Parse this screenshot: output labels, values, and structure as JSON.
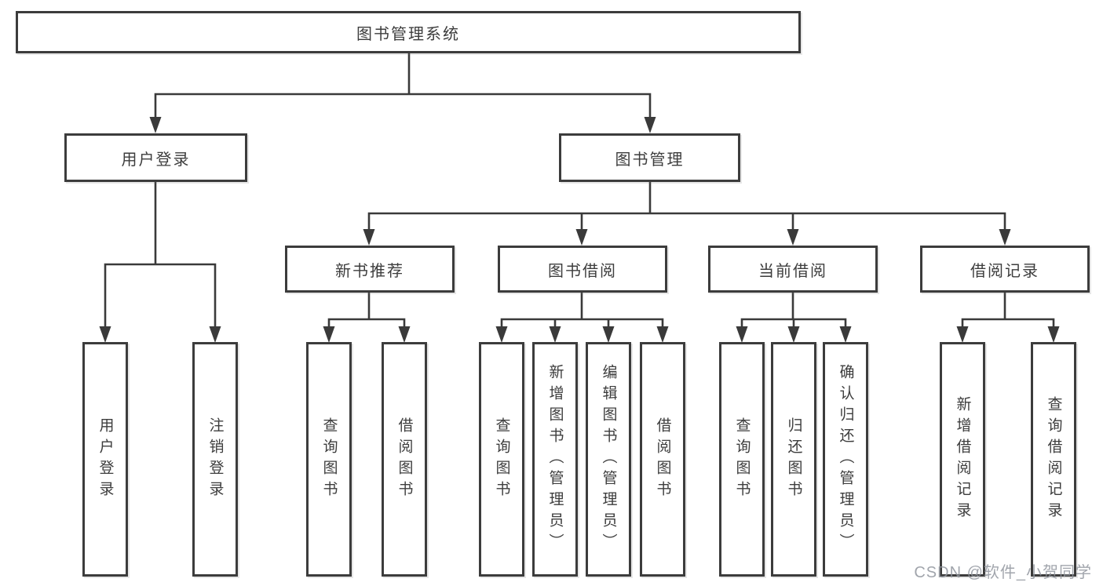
{
  "diagram": {
    "title": "图书管理系统",
    "root": {
      "label": "图书管理系统"
    },
    "level2": [
      {
        "id": "user-login",
        "label": "用户登录"
      },
      {
        "id": "book-management",
        "label": "图书管理"
      }
    ],
    "level3": [
      {
        "id": "new-book-recommend",
        "label": "新书推荐"
      },
      {
        "id": "book-borrow",
        "label": "图书借阅"
      },
      {
        "id": "current-borrow",
        "label": "当前借阅"
      },
      {
        "id": "borrow-records",
        "label": "借阅记录"
      }
    ],
    "leaves": {
      "user_login": [
        "用户登录",
        "注销登录"
      ],
      "new_book_recommend": [
        "查询图书",
        "借阅图书"
      ],
      "book_borrow": [
        "查询图书",
        "新增图书（管理员）",
        "编辑图书（管理员）",
        "借阅图书"
      ],
      "current_borrow": [
        "查询图书",
        "归还图书",
        "确认归还（管理员）"
      ],
      "borrow_records": [
        "新增借阅记录",
        "查询借阅记录"
      ]
    },
    "colors": {
      "line": "#3a3a3a",
      "border": "#3c3c3c",
      "box_background": "#ffffff",
      "text": "#3d3d3d",
      "watermark": "#91959e"
    }
  },
  "watermark": {
    "text": "CSDN @软件_小贺同学"
  }
}
